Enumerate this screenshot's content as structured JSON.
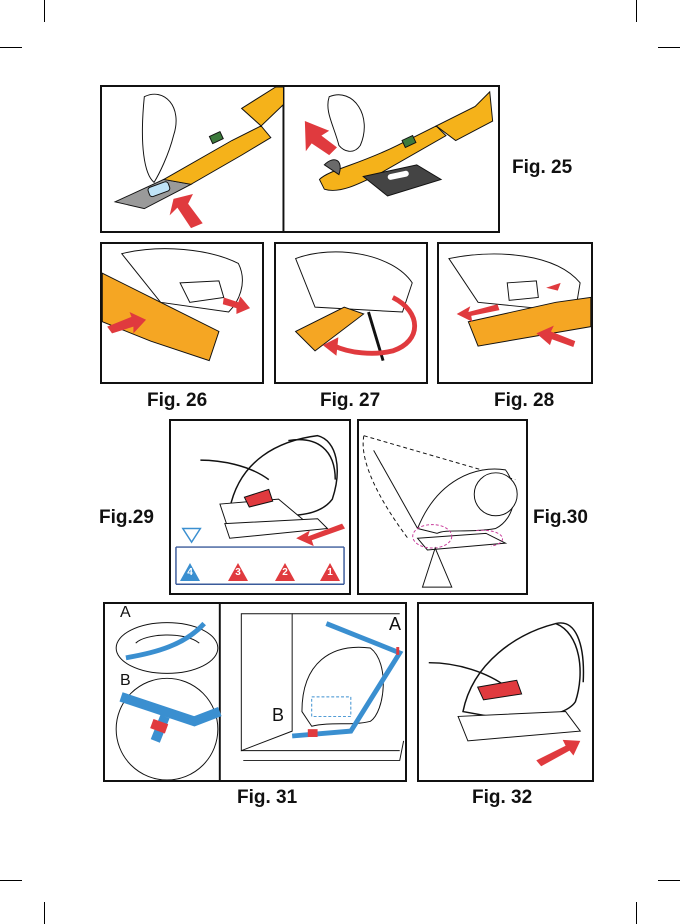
{
  "figures": {
    "fig25": {
      "caption": "Fig. 25"
    },
    "fig26": {
      "caption": "Fig. 26"
    },
    "fig27": {
      "caption": "Fig. 27"
    },
    "fig28": {
      "caption": "Fig. 28"
    },
    "fig29": {
      "caption": "Fig.29"
    },
    "fig30": {
      "caption": "Fig.30"
    },
    "fig31": {
      "caption": "Fig. 31",
      "label_a": "A",
      "label_b": "B",
      "detail_a": "A",
      "detail_b": "B"
    },
    "fig32": {
      "caption": "Fig. 32"
    }
  },
  "recline_positions": [
    {
      "label": "4",
      "color": "#3a8fd0"
    },
    {
      "label": "3",
      "color": "#e03a3e"
    },
    {
      "label": "2",
      "color": "#e03a3e"
    },
    {
      "label": "1",
      "color": "#e03a3e"
    }
  ],
  "colors": {
    "arrow": "#e03a3e",
    "strap": "#f5b21a",
    "belt": "#3a8fd0",
    "outline": "#111111"
  }
}
